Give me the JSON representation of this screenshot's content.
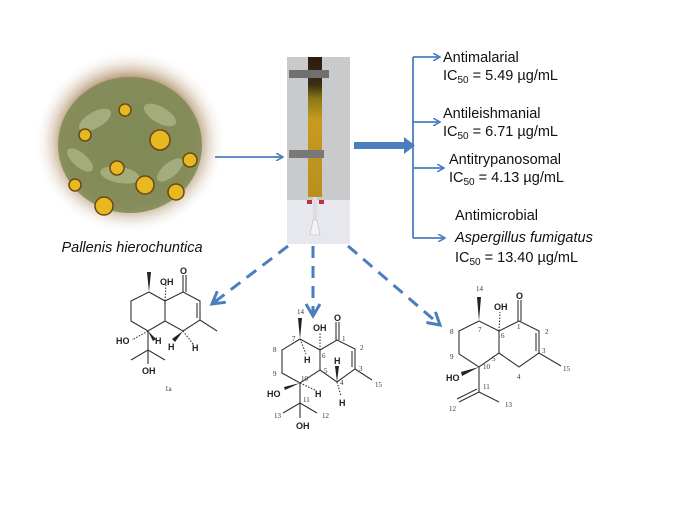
{
  "plant": {
    "name": "Pallenis hierochuntica"
  },
  "activities": [
    {
      "title": "Antimalarial",
      "ic_prefix": "IC",
      "ic_sub": "50",
      "ic_value": " = 5.49 µg/mL"
    },
    {
      "title": "Antileishmanial",
      "ic_prefix": "IC",
      "ic_sub": "50",
      "ic_value": " = 6.71 µg/mL"
    },
    {
      "title": "Antitrypanosomal",
      "ic_prefix": "IC",
      "ic_sub": "50",
      "ic_value": " = 4.13 µg/mL"
    },
    {
      "title": "Antimicrobial",
      "organism": "Aspergillus  fumigatus",
      "ic_prefix": "IC",
      "ic_sub": "50",
      "ic_value": " = 13.40 µg/mL"
    }
  ],
  "structures": {
    "s1": {
      "id": "1a",
      "oh_top": "OH",
      "o": "O",
      "ho": "HO",
      "h1": "H",
      "h2": "H",
      "h3": "H",
      "oh_bottom": "OH"
    },
    "s2": {
      "oh_top": "OH",
      "o": "O",
      "ho": "HO",
      "h10": "H",
      "h7": "H",
      "h4a": "H",
      "h4b": "H",
      "oh_bottom": "OH",
      "nums": [
        "1",
        "2",
        "3",
        "4",
        "5",
        "6",
        "7",
        "8",
        "9",
        "10",
        "11",
        "12",
        "13",
        "14",
        "15"
      ]
    },
    "s3": {
      "oh_top": "OH",
      "o": "O",
      "ho": "HO",
      "nums": [
        "1",
        "2",
        "3",
        "4",
        "5",
        "6",
        "7",
        "8",
        "9",
        "10",
        "11",
        "12",
        "13",
        "14",
        "15"
      ]
    }
  },
  "colors": {
    "arrow": "#4a7ebf",
    "bond": "#333333"
  }
}
